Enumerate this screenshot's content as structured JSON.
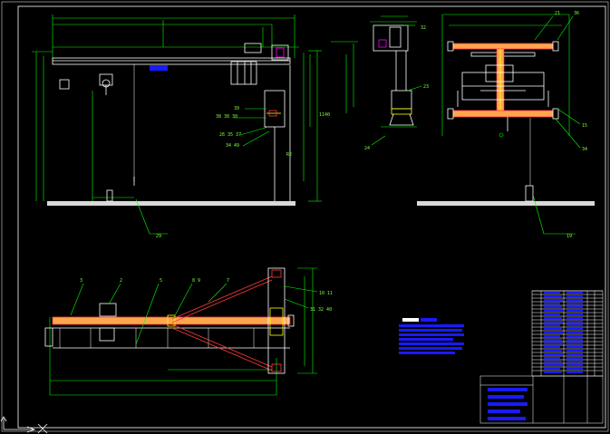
{
  "drawing": {
    "colors": {
      "background": "#000000",
      "dimension": "#00ff00",
      "outline": "#ffffff",
      "beam": "#ff3b3b",
      "beam_fill": "#ffa64d",
      "highlight": "#ffff00",
      "note_block": "#1a1aff"
    },
    "front_view": {
      "labels": [
        "39",
        "38 38 30",
        "26 35 37",
        "34 49",
        "1140",
        "R2"
      ]
    },
    "side_view": {
      "labels": [
        "32",
        "23",
        "24"
      ]
    },
    "top_right_view": {
      "labels": [
        "21",
        "36",
        "15",
        "34"
      ]
    },
    "plan_view": {
      "labels": [
        "3",
        "2",
        "5",
        "8 9",
        "7",
        "10 11",
        "31 32 40"
      ]
    },
    "callouts": [
      "19",
      "29"
    ],
    "icons": [
      "ucs-axis-icon"
    ]
  }
}
